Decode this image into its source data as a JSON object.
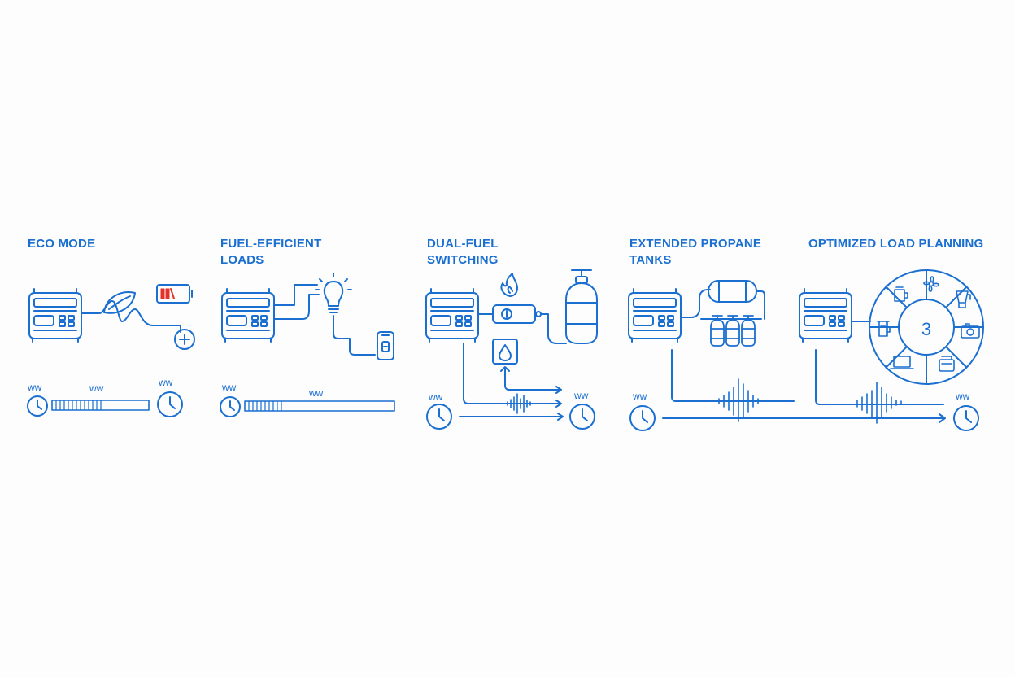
{
  "panels": [
    {
      "title_lines": [
        "ECO MODE"
      ]
    },
    {
      "title_lines": [
        "FUEL-EFFICIENT",
        "LOADS"
      ]
    },
    {
      "title_lines": [
        "DUAL-FUEL",
        "SWITCHING"
      ]
    },
    {
      "title_lines": [
        "EXTENDED PROPANE",
        "TANKS"
      ]
    },
    {
      "title_lines": [
        "OPTIMIZED LOAD PLANNING"
      ]
    }
  ],
  "labels": {
    "ww": "ww",
    "wheel_center": "3"
  },
  "icons": [
    "generator-icon",
    "leaf-icon",
    "battery-low-icon",
    "plus-circle-icon",
    "clock-icon",
    "lightbulb-icon",
    "smartphone-icon",
    "flame-icon",
    "water-drop-icon",
    "fuel-switch-icon",
    "propane-cylinder-icon",
    "horizontal-tank-icon",
    "small-cylinders-icon",
    "sound-wave-icon",
    "load-wheel-icon",
    "coffee-maker-icon",
    "fan-icon",
    "blender-icon",
    "camera-icon",
    "laptop-icon",
    "cash-register-icon",
    "kettle-icon"
  ],
  "colors": {
    "stroke": "#1a6fd1",
    "battery_red": "#e3312b",
    "background": "#fdfdfd"
  }
}
